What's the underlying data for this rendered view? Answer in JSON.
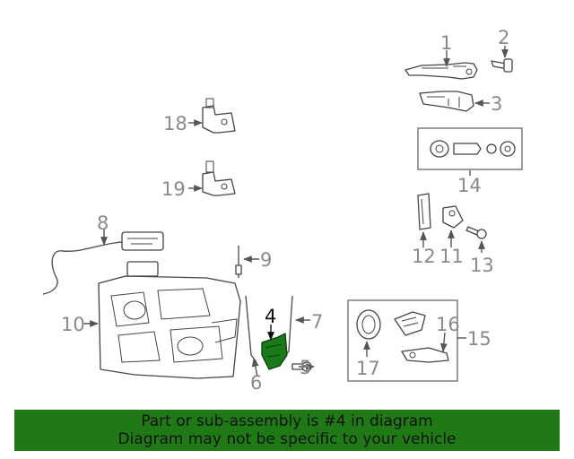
{
  "callouts": {
    "c1": "1",
    "c2": "2",
    "c3": "3",
    "c4": "4",
    "c5": "5",
    "c6": "6",
    "c7": "7",
    "c8": "8",
    "c9": "9",
    "c10": "10",
    "c11": "11",
    "c12": "12",
    "c13": "13",
    "c14": "14",
    "c15": "15",
    "c16": "16",
    "c17": "17",
    "c18": "18",
    "c19": "19"
  },
  "highlight": {
    "part_number": "4",
    "color": "#1a7a1a"
  },
  "banner": {
    "line1": "Part or sub-assembly is #4 in diagram",
    "line2": "Diagram may not be specific to your vehicle",
    "background": "#1f7a16"
  }
}
